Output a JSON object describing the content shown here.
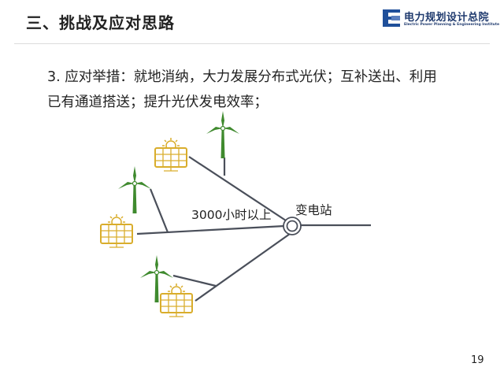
{
  "header": {
    "title": "三、挑战及应对思路",
    "logo": {
      "name_cn": "电力规划设计总院",
      "name_en": "Electric Power Planning & Engineering Institute"
    }
  },
  "content": {
    "line1": "3. 应对举措：就地消纳，大力发展分布式光伏；互补送出、利用",
    "line2": "已有通道搭送；提升光伏发电效率；"
  },
  "diagram": {
    "hours_label": "3000小时以上",
    "substation_label": "变电站",
    "colors": {
      "solar": "#d9ad2c",
      "wind": "#3f8a2e",
      "line": "#4a4f5a"
    }
  },
  "footer": {
    "page_number": "19"
  }
}
